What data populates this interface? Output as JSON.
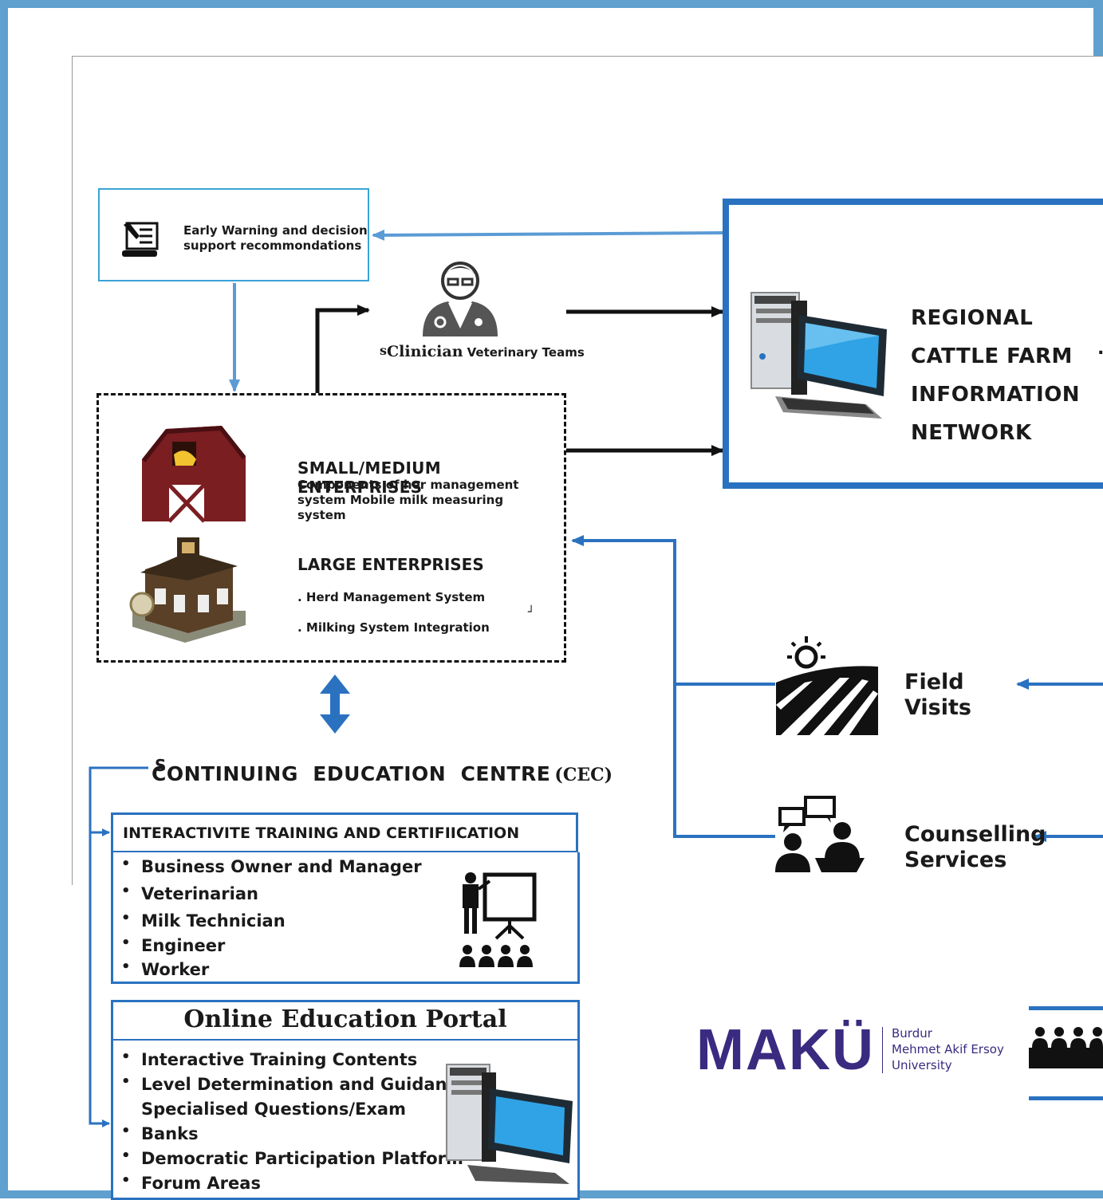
{
  "warning": {
    "text": "Early Warning and decision support recommondations"
  },
  "clinician": {
    "prefix": "s",
    "title": "Clinician",
    "subtitle": "Veterinary Teams"
  },
  "network": {
    "lines": [
      "REGIONAL",
      "CATTLE FARM",
      "INFORMATION",
      "NETWORK"
    ],
    "edge_mark": ".i"
  },
  "enterprises": {
    "small_title": "SMALL/MEDIUM ENTERPRISES",
    "small_desc": "Components of her management system Mobile milk measuring system",
    "large_title": "LARGE ENTERPRISES",
    "large_items": [
      ". Herd Management System",
      ". Milking System Integration"
    ],
    "stray_mark": "┘"
  },
  "field": {
    "title_1": "Field",
    "title_2": "Visits"
  },
  "counselling": {
    "title_1": "Counselling",
    "title_2": "Services"
  },
  "cec": {
    "prefix": "S",
    "title": "CONTINUING  EDUCATION  CENTRE",
    "abbr": "(CEC)"
  },
  "training": {
    "title": "INTERACTIVITE TRAINING AND CERTIFIICATION",
    "items": [
      "Business Owner and Manager",
      "Veterinarian",
      "Milk Technician",
      "Engineer",
      "Worker"
    ]
  },
  "portal": {
    "title": "Online Education Portal",
    "items": [
      "Interactive Training Contents",
      "Level Determination and Guidance",
      "Specialised Questions/Exam",
      "Banks",
      "Democratic Participation Platform",
      "Forum Areas"
    ]
  },
  "logo": {
    "name": "MAKÜ",
    "sub": [
      "Burdur",
      "Mehmet Akif Ersoy",
      "University"
    ]
  },
  "colors": {
    "frame": "#5fa0cf",
    "blue": "#2a72c0",
    "light_blue": "#3aa3d6",
    "maku": "#3a2a80"
  }
}
